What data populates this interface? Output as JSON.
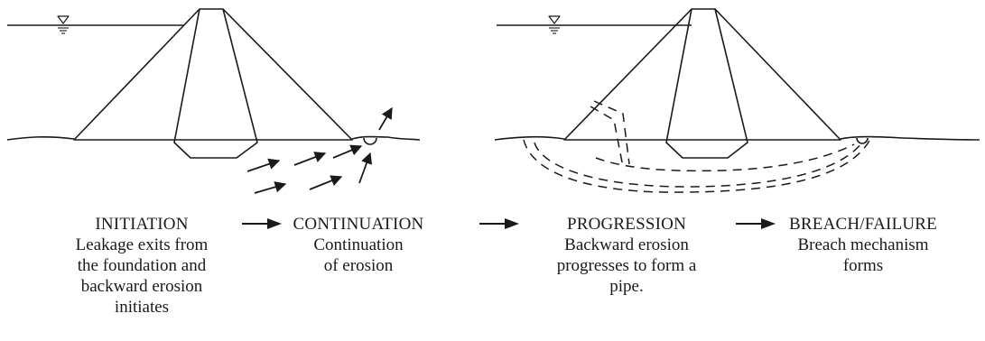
{
  "stages": [
    {
      "title": "INITIATION",
      "description": "Leakage exits from\nthe foundation and\nbackward erosion\ninitiates"
    },
    {
      "title": "CONTINUATION",
      "description": "Continuation\nof erosion"
    },
    {
      "title": "PROGRESSION",
      "description": "Backward erosion\nprogresses to form a\npipe."
    },
    {
      "title": "BREACH/FAILURE",
      "description": "Breach mechanism\nforms"
    }
  ],
  "icons": {
    "water_level": "inverted-triangle-water-level-icon",
    "flow_arrow": "right-arrow-icon"
  },
  "colors": {
    "line": "#1a1a1a",
    "background": "#ffffff"
  }
}
